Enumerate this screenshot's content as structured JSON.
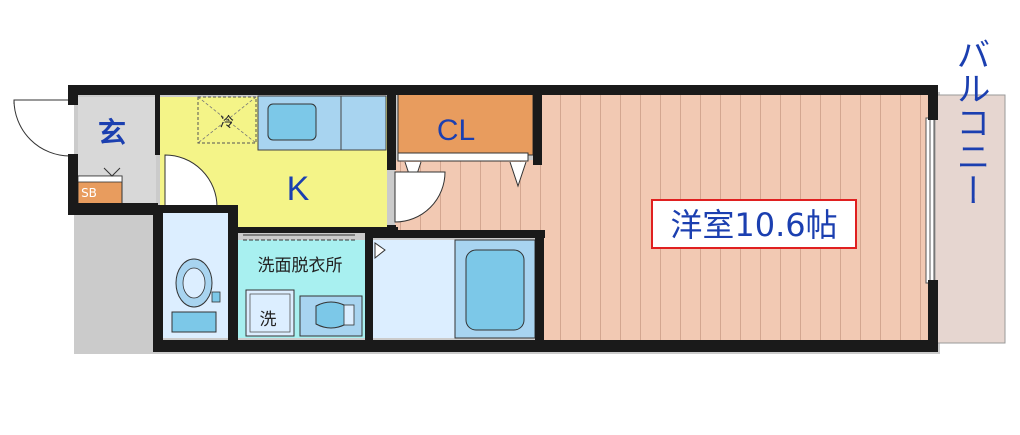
{
  "floorplan": {
    "rooms": {
      "entrance": "玄",
      "shoe_box": "SB",
      "kitchen": "K",
      "fridge": "冷",
      "closet": "CL",
      "washroom": "洗面脱衣所",
      "washer": "洗",
      "western_room": "洋室10.6帖",
      "balcony": "バルコニー"
    },
    "colors": {
      "wall": "#1a1a1a",
      "entrance_floor": "#d8d8d8",
      "kitchen_floor": "#f4f488",
      "closet": "#e89c5e",
      "washroom": "#a8f0f0",
      "bath_area": "#dceeff",
      "fixture": "#a8d4f0",
      "fixture_dark": "#7cc8e8",
      "western_floor": "#f2c9b3",
      "western_lines": "#a67862",
      "balcony": "#e6d6d0",
      "label_blue": "#1b3fb0",
      "label_red_border": "#e02020"
    }
  }
}
